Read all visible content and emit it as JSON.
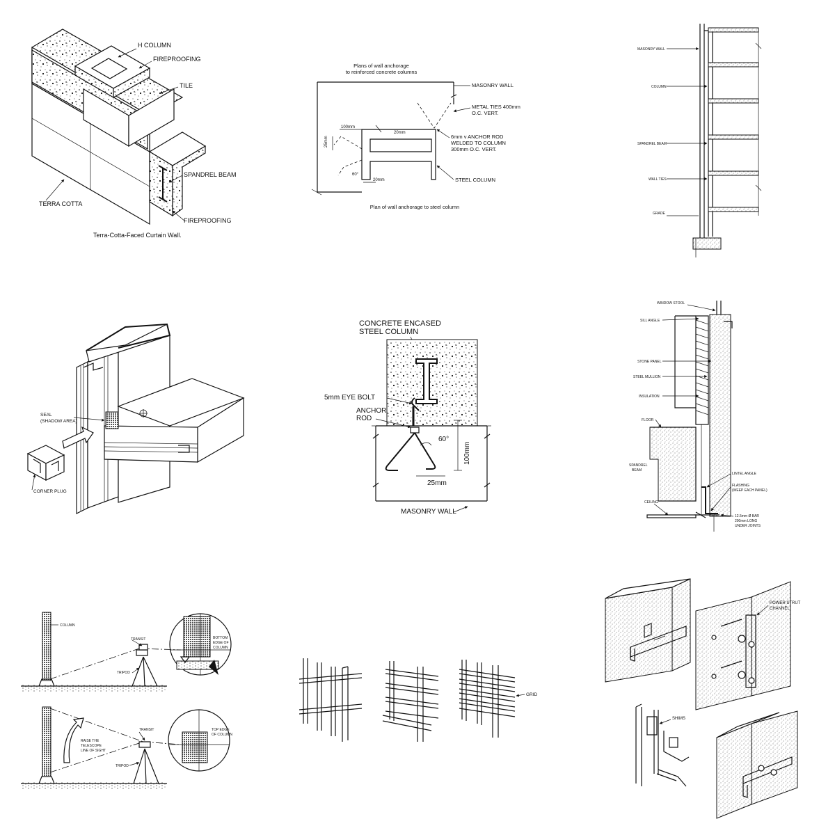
{
  "panels": {
    "terra_cotta": {
      "caption": "Terra-Cotta-Faced Curtain Wall.",
      "labels": [
        "H COLUMN",
        "FIREPROOFING",
        "TILE",
        "SPANDREL BEAM",
        "FIREPROOFING",
        "TERRA COTTA"
      ]
    },
    "wall_anchorage": {
      "title_line1": "Plans of wall anchorage",
      "title_line2": "to reinforced concrete columns",
      "caption": "Plan of wall anchorage to steel column",
      "labels": {
        "masonry_wall": "MASONRY WALL",
        "metal_ties_1": "METAL TIES 400mm",
        "metal_ties_2": "O.C. VERT.",
        "anchor_1": "6mm v ANCHOR ROD",
        "anchor_2": "WELDED TO COLUMN",
        "anchor_3": "300mm O.C. VERT.",
        "steel_column": "STEEL COLUMN"
      },
      "dims": {
        "d100": "100mm",
        "d20a": "20mm",
        "d25": "25mm",
        "d60": "60°",
        "d20b": "20mm"
      }
    },
    "wall_section": {
      "labels": [
        "MASONRY WALL",
        "COLUMN",
        "SPANDREL BEAM",
        "WALL TIES",
        "GRADE"
      ]
    },
    "seal_column": {
      "labels": {
        "seal_1": "SEAL",
        "seal_2": "(SHADOW AREA)",
        "corner_plug": "CORNER PLUG"
      }
    },
    "concrete_encased": {
      "labels": {
        "title_1": "CONCRETE ENCASED",
        "title_2": "STEEL COLUMN",
        "eye_bolt": "5mm EYE BOLT",
        "anchor_1": "ANCHOR",
        "anchor_2": "ROD",
        "masonry": "MASONRY WALL"
      },
      "dims": {
        "a60": "60°",
        "d100": "100mm",
        "d25": "25mm"
      }
    },
    "stone_panel": {
      "labels": {
        "window_stool": "WINDOW STOOL",
        "sill_angle": "SILL ANGLE",
        "stone_panel": "STONE PANEL",
        "steel_mullion": "STEEL MULLION",
        "insulation": "INSULATION",
        "floor": "FLOOR",
        "spandrel_1": "SPANDREL",
        "spandrel_2": "BEAM",
        "lintel": "LINTEL ANGLE",
        "flashing_1": "FLASHING",
        "flashing_2": "(WEEP EACH PANEL)",
        "ceiling": "CEILING",
        "bar_1": "12.5mm Ø BAR",
        "bar_2": "200mm LONG",
        "bar_3": "UNDER JOINTS"
      }
    },
    "transit": {
      "labels": {
        "column": "COLUMN",
        "transit_a": "TRANSIT",
        "tripod_a": "TRIPOD",
        "bottom_1": "BOTTOM",
        "bottom_2": "EDGE OF",
        "bottom_3": "COLUMN",
        "raise_1": "RAISE THE",
        "raise_2": "TELESCOPE",
        "raise_3": "LINE OF SIGHT",
        "transit_b": "TRANSIT",
        "tripod_b": "TRIPOD",
        "top_1": "TOP EDGE",
        "top_2": "OF COLUMN"
      }
    },
    "grid": {
      "labels": {
        "grid": "GRID"
      }
    },
    "strut": {
      "labels": {
        "power_1": "POWER STRUT",
        "power_2": "CHANNEL",
        "shims": "SHIMS"
      }
    }
  }
}
